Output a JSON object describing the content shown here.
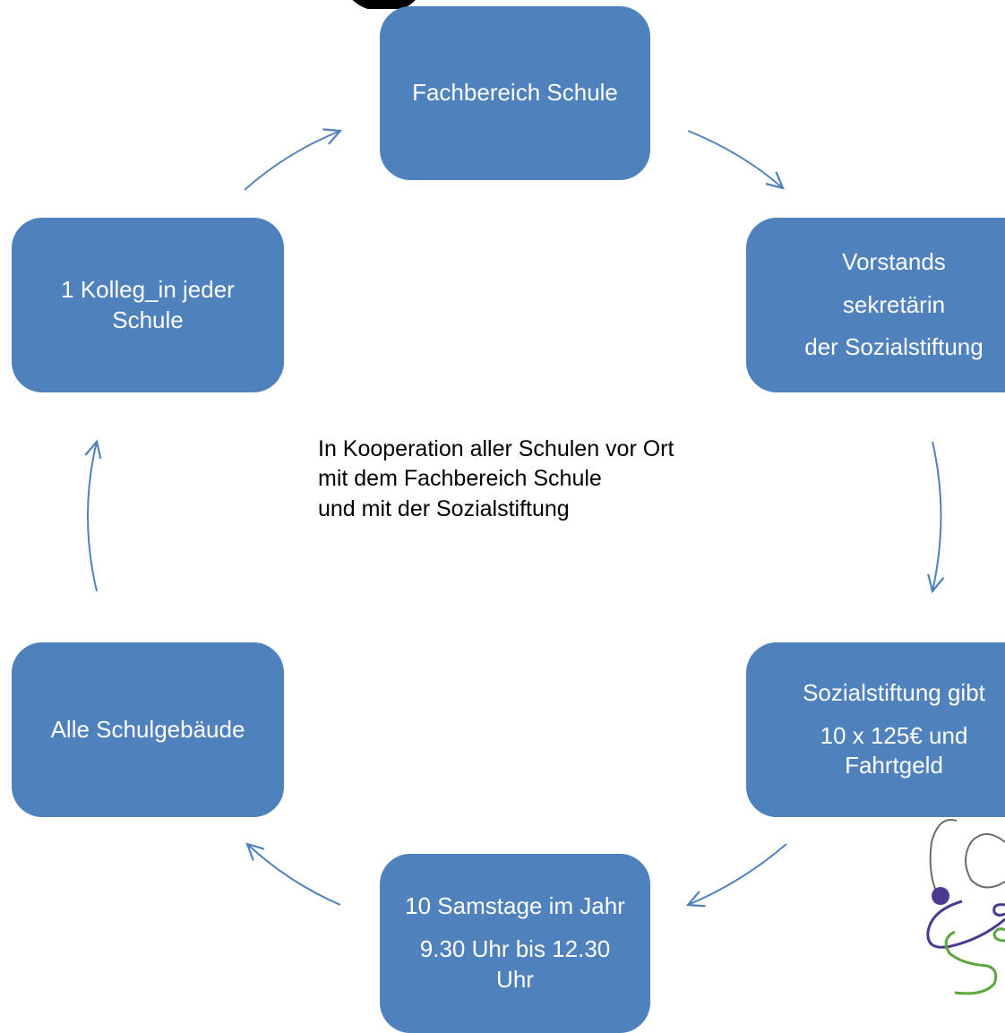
{
  "colors": {
    "node_fill": "#4f81bd",
    "node_text": "#ffffff",
    "arrow": "#4f81bd",
    "body_text": "#000000",
    "logo_purple": "#4b3a8f",
    "logo_green": "#5aa83c"
  },
  "nodes": {
    "top": {
      "lines": [
        "Fachbereich Schule"
      ]
    },
    "right_upper": {
      "lines": [
        "Vorstands",
        "sekretärin",
        "der Sozialstiftung"
      ]
    },
    "right_lower": {
      "lines": [
        "Sozialstiftung gibt",
        "10 x 125€ und",
        "Fahrtgeld"
      ]
    },
    "bottom": {
      "lines": [
        "10 Samstage im Jahr",
        "9.30 Uhr bis 12.30",
        "Uhr"
      ]
    },
    "left_lower": {
      "lines": [
        "Alle Schulgebäude"
      ]
    },
    "left_upper": {
      "lines": [
        "1 Kolleg_in jeder",
        "Schule"
      ]
    }
  },
  "center_text": {
    "lines": [
      "In Kooperation aller Schulen vor Ort",
      "mit dem Fachbereich Schule",
      "und mit der Sozialstiftung"
    ]
  },
  "icons": {
    "cycle_arrows": "arrow-icon",
    "logo": "logo-icon"
  }
}
